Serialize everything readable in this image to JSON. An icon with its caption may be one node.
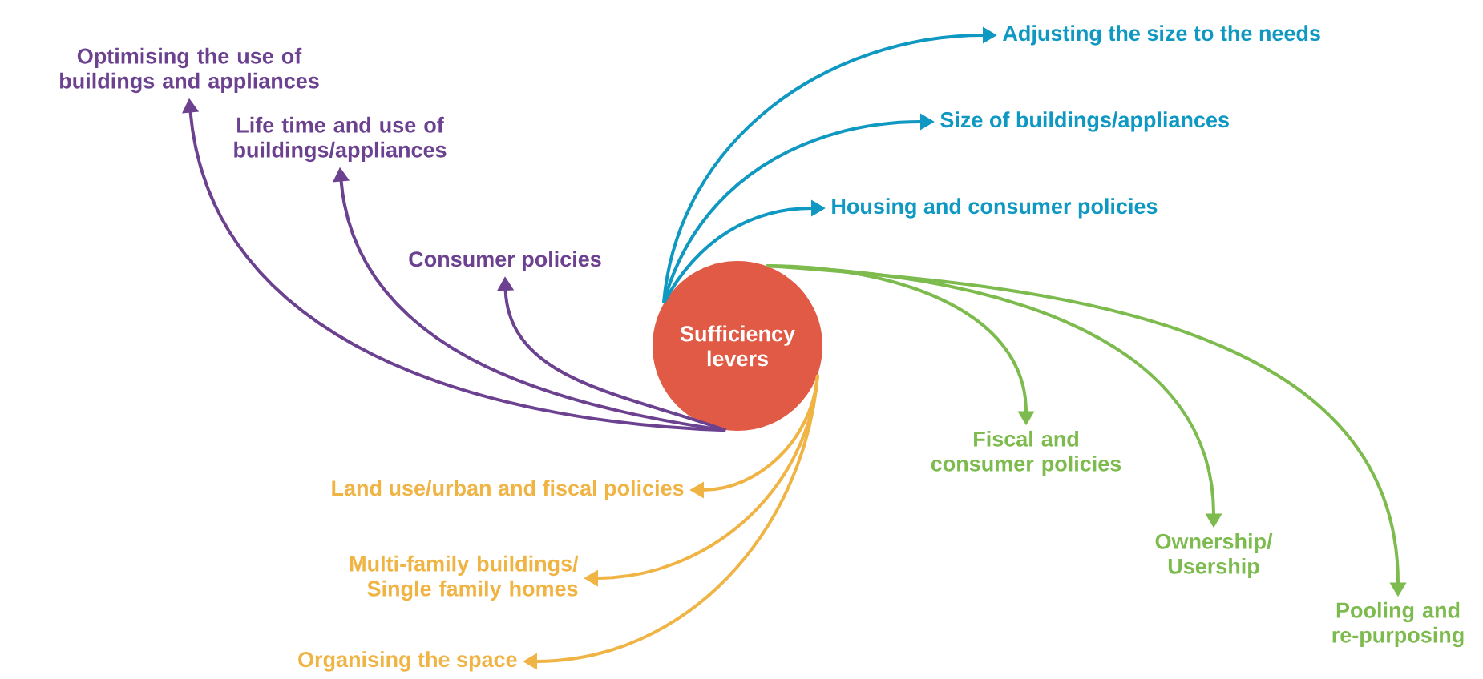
{
  "diagram": {
    "nodes": [
      {
        "text": [
          "Sufficiency levers"
        ]
      },
      {
        "text": [
          "Optimising the use of buildings and appliances"
        ]
      },
      {
        "text": [
          "Life time and use of buildings/appliances"
        ]
      },
      {
        "text": [
          "Consumer policies"
        ]
      },
      {
        "text": [
          "Adjusting the size to the needs"
        ]
      },
      {
        "text": [
          "Size of buildings/appliances"
        ]
      },
      {
        "text": [
          "Housing and consumer policies"
        ]
      },
      {
        "text": [
          "Fiscal and consumer policies"
        ]
      },
      {
        "text": [
          "Ownership/ Usership"
        ]
      },
      {
        "text": [
          "Pooling and re-purposing"
        ]
      },
      {
        "text": [
          "Land use/urban and fiscal policies"
        ]
      },
      {
        "text": [
          "Multi-family buildings/ Single family homes"
        ]
      },
      {
        "text": [
          "Organising the space"
        ]
      }
    ],
    "edges": [
      {
        "from": 0,
        "to": 1,
        "arrow": "to",
        "color": "#6b4190"
      },
      {
        "from": 0,
        "to": 2,
        "arrow": "to",
        "color": "#6b4190"
      },
      {
        "from": 0,
        "to": 3,
        "arrow": "to",
        "color": "#6b4190"
      },
      {
        "from": 0,
        "to": 4,
        "arrow": "to",
        "color": "#0f98c2"
      },
      {
        "from": 0,
        "to": 5,
        "arrow": "to",
        "color": "#0f98c2"
      },
      {
        "from": 0,
        "to": 6,
        "arrow": "to",
        "color": "#0f98c2"
      },
      {
        "from": 0,
        "to": 7,
        "arrow": "to",
        "color": "#7dbb4e"
      },
      {
        "from": 0,
        "to": 8,
        "arrow": "to",
        "color": "#7dbb4e"
      },
      {
        "from": 0,
        "to": 9,
        "arrow": "to",
        "color": "#7dbb4e"
      },
      {
        "from": 0,
        "to": 10,
        "arrow": "to",
        "color": "#f0b445"
      },
      {
        "from": 0,
        "to": 11,
        "arrow": "to",
        "color": "#f0b445"
      },
      {
        "from": 0,
        "to": 12,
        "arrow": "to",
        "color": "#f0b445"
      }
    ]
  }
}
